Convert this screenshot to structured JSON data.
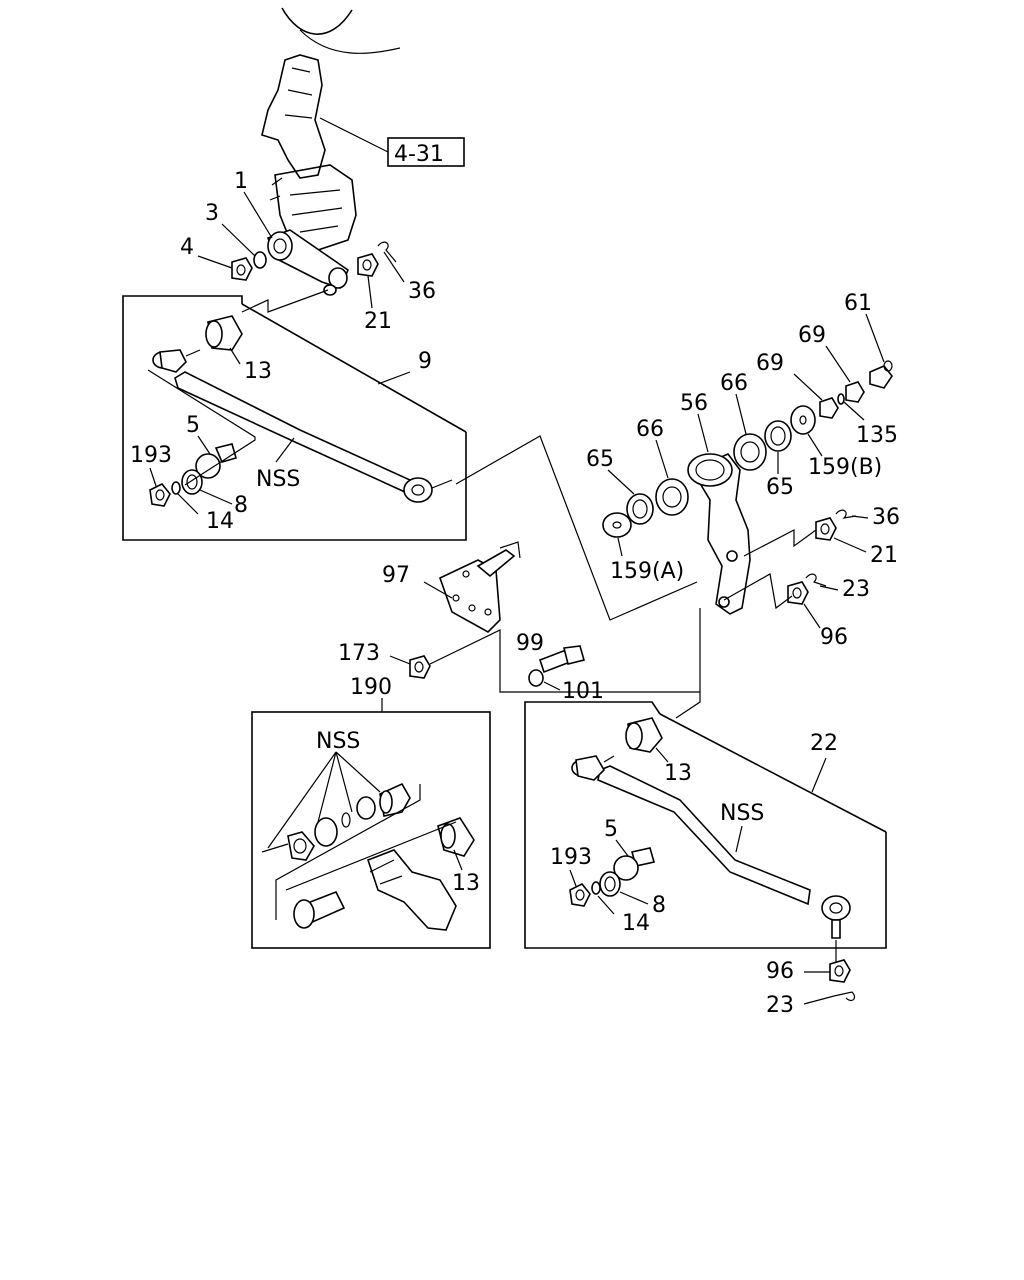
{
  "callouts": {
    "ref_4_31": "4-31",
    "p1": "1",
    "p3": "3",
    "p4": "4",
    "p36a": "36",
    "p21a": "21",
    "p9": "9",
    "p13a": "13",
    "p5a": "5",
    "p193a": "193",
    "p14a": "14",
    "p8a": "8",
    "nss_a": "NSS",
    "p61": "61",
    "p69a": "69",
    "p69b": "69",
    "p135": "135",
    "p159b": "159(B)",
    "p66a": "66",
    "p66b": "66",
    "p56": "56",
    "p65a": "65",
    "p65b": "65",
    "p159a": "159(A)",
    "p36b": "36",
    "p21b": "21",
    "p23a": "23",
    "p96a": "96",
    "p97": "97",
    "p173": "173",
    "p99": "99",
    "p101": "101",
    "p190": "190",
    "nss_b": "NSS",
    "p13b": "13",
    "p22": "22",
    "p13c": "13",
    "p5b": "5",
    "nss_c": "NSS",
    "p193b": "193",
    "p14b": "14",
    "p8b": "8",
    "p96b": "96",
    "p23b": "23"
  }
}
